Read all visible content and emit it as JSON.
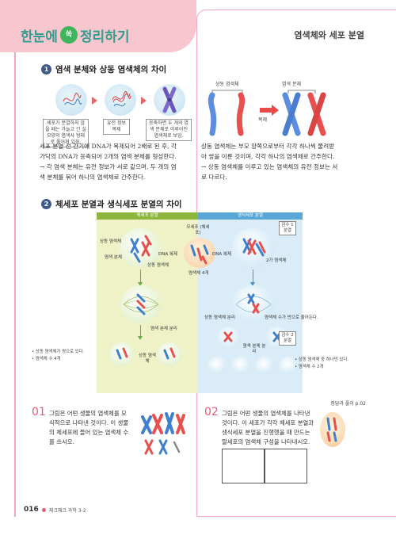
{
  "header": {
    "brand_main": "한눈에",
    "brand_badge": "쏙",
    "brand_tail": "정리하기",
    "page_title": "염색체와 세포 분열"
  },
  "section1": {
    "number": "1",
    "title": "염색 분체와 상동 염색체의 차이",
    "caption1": "세포가 분열하지 않을 때는 가늘고 긴 실모양의 염색사 형태로 풀어져 있음.",
    "caption2": "유전 정보 복제",
    "caption3": "응축하면 두 개의 염색 분체로 이루어진 염색체로 보임.",
    "para_left": [
      "세포 분열 전 간기에 DNA가 복제되어 2배로 된 후, 각",
      "가닥의 DNA가 응축되어 2개의 염색 분체를 형성한다.",
      "→ 각 염색 분체는 유전 정보가 서로 같으며, 두 개의 염",
      "  색 분체를 묶어 하나의 염색체로 간주한다."
    ],
    "label_homolog": "상동 염색체",
    "label_chromatid": "염색 분체",
    "label_replicate": "복제",
    "para_right": [
      "상동 염색체는 부모 양쪽으로부터 각각 하나씩 물려받",
      "아 쌍을 이룬 것이며, 각각 하나의 염색체로 간주한다.",
      "→ 상동 염색체를 이루고 있는 염색체의 유전 정보는 서",
      "  로 다르다."
    ]
  },
  "section2": {
    "number": "2",
    "title": "체세포 분열과 생식세포 분열의 차이",
    "tag_somatic": "체세포 분열",
    "tag_germ": "생식세포 분열",
    "lbl_homolog": "상동 염색체",
    "lbl_chromatid": "염색 분체",
    "lbl_mother": "모세포 (체세포)",
    "lbl_dna_rep1": "DNA 복제",
    "lbl_dna_rep2": "DNA 복제",
    "lbl_homolog_mid": "상동 염색체",
    "lbl_chrom4": "염색체 4개",
    "lbl_pair2": "2가 염색체",
    "badge_div1": "감수 1분열",
    "lbl_chromatid_sep1": "염색 분체 분리",
    "lbl_homolog_sep": "상동 염색체 분리",
    "lbl_half": "염색체 수가 반으로 줄어든다.",
    "badge_div2": "감수 2분열",
    "lbl_chromatid_sep2": "염색 분체 분리",
    "lbl_homolog_bottom": "상동 염색체",
    "note_left": [
      "• 상동 염색체가 쌍으로 있다.",
      "• 염색체 수 4개"
    ],
    "note_right": [
      "• 상동 염색체 중 하나만 있다.",
      "• 염색체 수 2개"
    ]
  },
  "questions": {
    "answer_ref": "정답과 풀이 p.02",
    "q1_num": "01",
    "q1_text": [
      "그림은 어떤 생물의 염색체를 모",
      "식적으로 나타낸 것이다. 이 생물",
      "의 체세포에 들어 있는 염색체 수",
      "를 쓰시오."
    ],
    "q2_num": "02",
    "q2_text": [
      "그림은 어떤 생물의 염색체를 나타낸",
      "것이다. 이 세포가 각각 체세포 분열과",
      "생식세포 분열을 진행했을 때 만드는",
      "딸세포의 염색체 구성을 나타내시오."
    ]
  },
  "footer": {
    "page_number": "016",
    "book_title": "체크체크 과학 3-2"
  },
  "colors": {
    "header_pink": "#f8c6cf",
    "accent_pink": "#e35d7a",
    "brand_teal": "#2e9d8c",
    "chrom_red": "#e8504f",
    "chrom_blue": "#3f7fd0"
  }
}
